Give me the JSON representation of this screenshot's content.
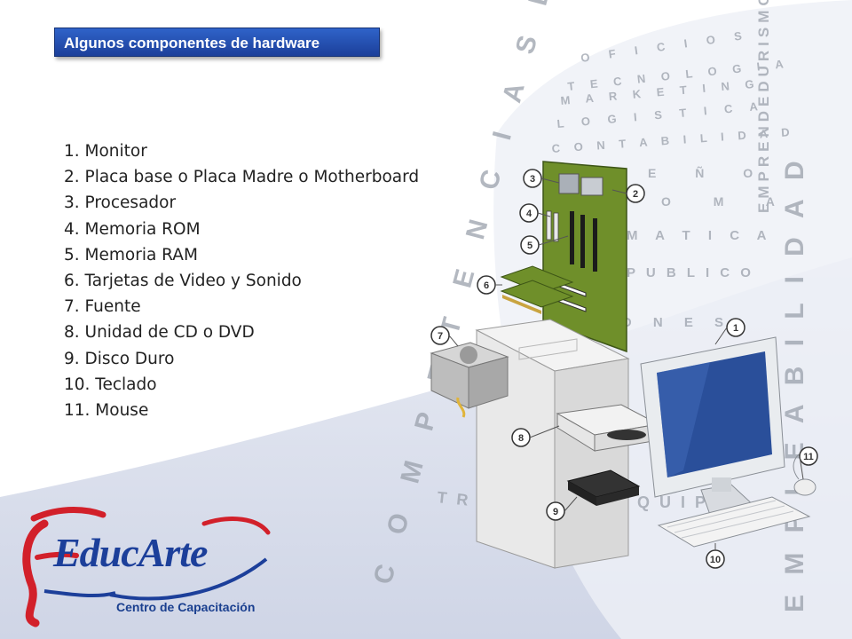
{
  "slide": {
    "title": "Algunos componentes de hardware",
    "items": [
      "1. Monitor",
      "2. Placa base o Placa Madre o Motherboard",
      "3. Procesador",
      "4. Memoria ROM",
      "5. Memoria RAM",
      "6. Tarjetas de Video y Sonido",
      "7. Fuente",
      "8. Unidad de CD o DVD",
      "9. Disco Duro",
      "10. Teclado",
      "11. Mouse"
    ]
  },
  "background_words": {
    "vertical": [
      "COMPETENCIAS LABORALES",
      "EMPRENDEDURISMO",
      "EMPLEABILIDAD"
    ],
    "arc": [
      "OFICIOS",
      "TECNOLOGIA",
      "MARKETING",
      "LOGISTICA",
      "CONTABILIDAD",
      "DISEÑO",
      "COMA",
      "MATICA",
      "PUBLICO",
      "CIONES",
      "TRA",
      "QUIP"
    ]
  },
  "callouts": [
    "1",
    "2",
    "3",
    "4",
    "5",
    "6",
    "7",
    "8",
    "9",
    "10",
    "11"
  ],
  "logo": {
    "name_a": "Educ",
    "name_b": "Arte",
    "subtitle": "Centro de Capacitación"
  },
  "colors": {
    "title_bar": "#1c3f9a",
    "text": "#222222",
    "logo_blue": "#1c3f9a",
    "logo_red": "#d2202a",
    "board_green": "#6f8f2a",
    "screen_blue": "#2a4f9a"
  }
}
